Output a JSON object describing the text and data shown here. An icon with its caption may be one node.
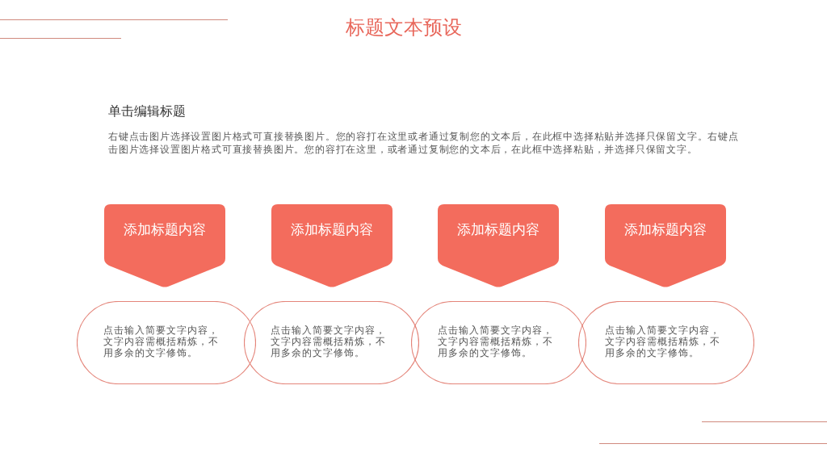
{
  "diagram": {
    "title": "标题文本预设",
    "nodes": [
      {
        "text": [
          "添加标题内容"
        ]
      },
      {
        "text": [
          "添加标题内容"
        ]
      },
      {
        "text": [
          "添加标题内容"
        ]
      },
      {
        "text": [
          "添加标题内容"
        ]
      },
      {
        "text": [
          "点击输入简要文字内容，文字内容需概括精炼，不用多余的文字修饰。"
        ]
      },
      {
        "text": [
          "点击输入简要文字内容，文字内容需概括精炼，不用多余的文字修饰。"
        ]
      },
      {
        "text": [
          "点击输入简要文字内容，文字内容需概括精炼，不用多余的文字修饰。"
        ]
      },
      {
        "text": [
          "点击输入简要文字内容，文字内容需概括精炼，不用多余的文字修饰。"
        ]
      }
    ],
    "labels": [
      "单击编辑标题",
      "右键点击图片选择设置图片格式可直接替换图片。您的容打在这里或者通过复制您的文本后，在此框中选择粘贴并选择只保留文字。右键点击图片选择设置图片格式可直接替换图片。您的容打在这里，或者通过复制您的文本后，在此框中选择粘贴，并选择只保留文字。"
    ]
  }
}
